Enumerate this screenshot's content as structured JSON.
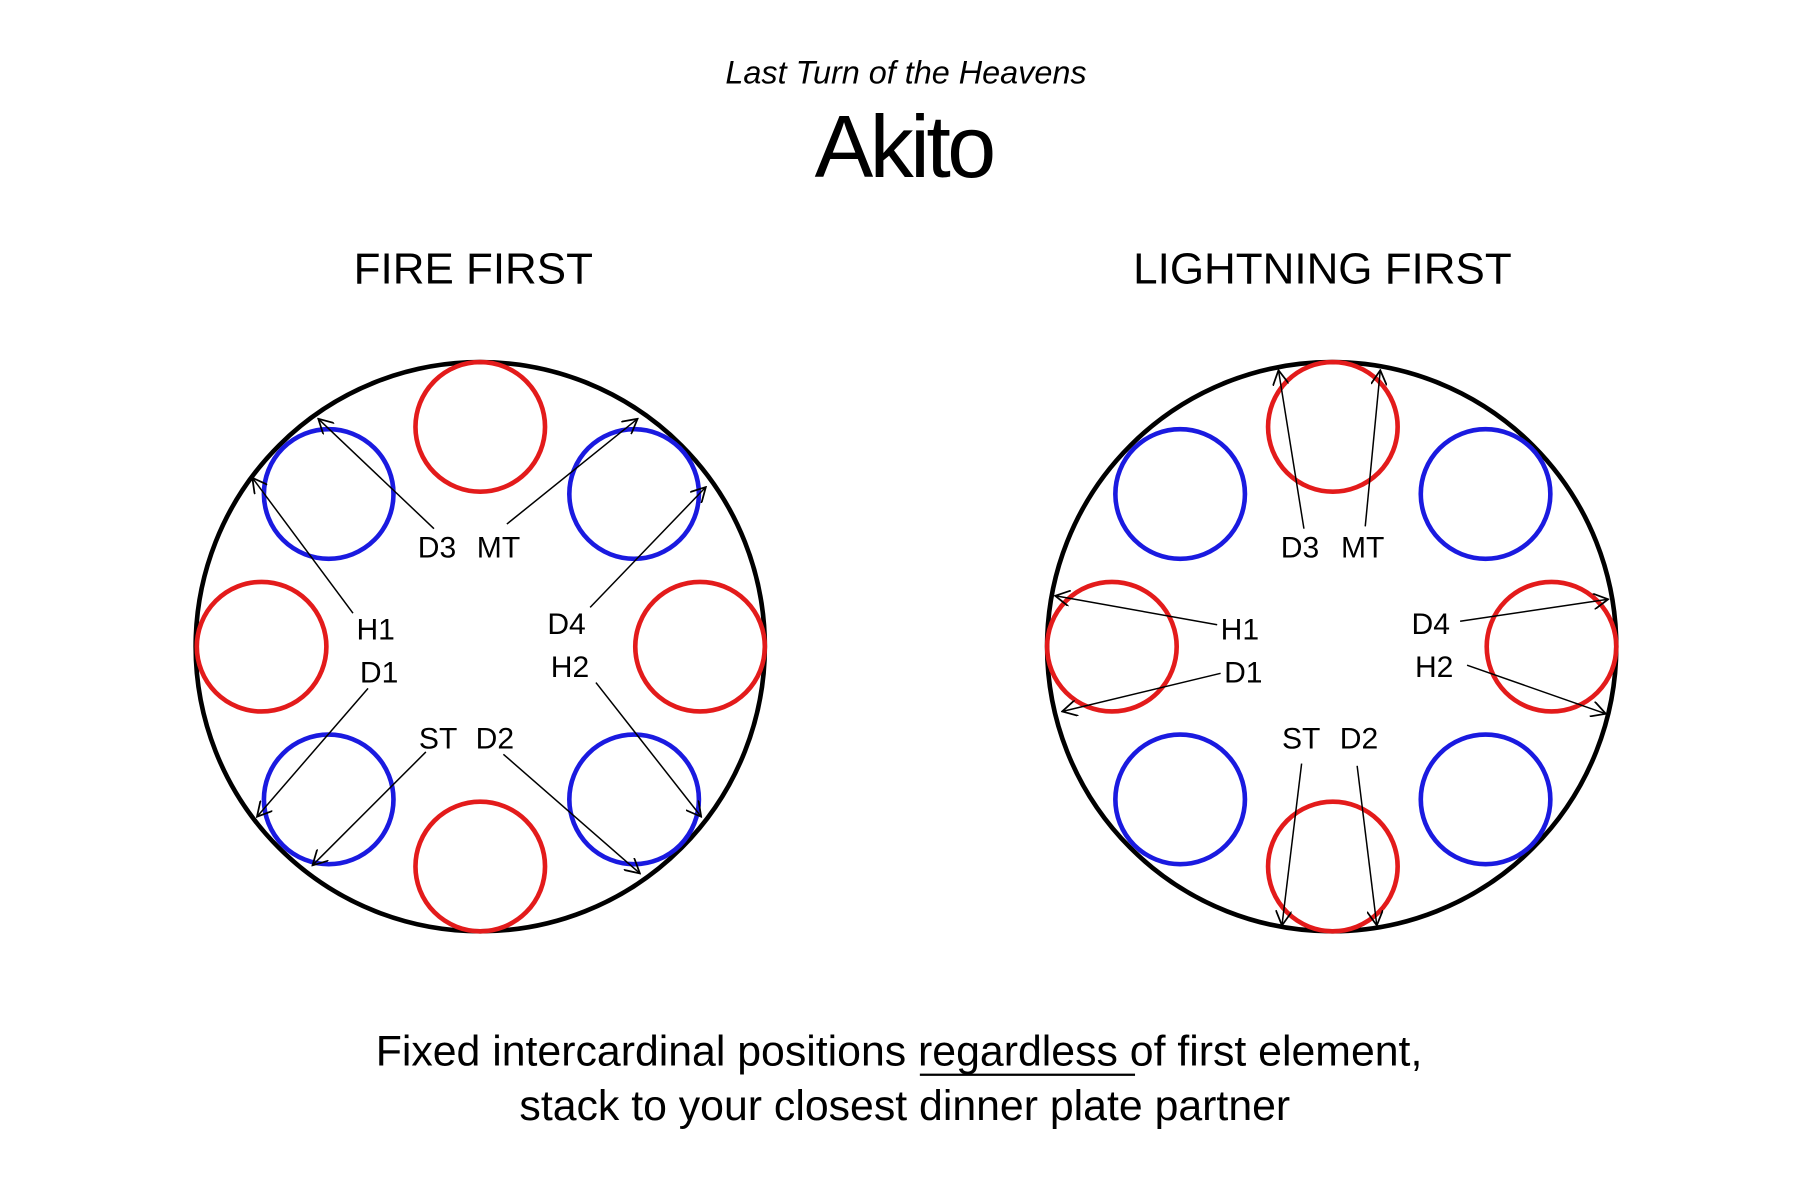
{
  "header": {
    "subtitle": "Last Turn of the Heavens",
    "title": "Akito"
  },
  "diagrams": [
    {
      "heading": "FIRE FIRST",
      "labels": {
        "D3": "D3",
        "MT": "MT",
        "H1": "H1",
        "D1": "D1",
        "D4": "D4",
        "H2": "H2",
        "ST": "ST",
        "D2": "D2"
      },
      "cardinal_color": "#e31b1b",
      "intercardinal_color": "#1a1ae0"
    },
    {
      "heading": "LIGHTNING FIRST",
      "labels": {
        "D3": "D3",
        "MT": "MT",
        "H1": "H1",
        "D1": "D1",
        "D4": "D4",
        "H2": "H2",
        "ST": "ST",
        "D2": "D2"
      },
      "cardinal_color": "#e31b1b",
      "intercardinal_color": "#1a1ae0"
    }
  ],
  "footer": {
    "line1_pre": "Fixed intercardinal positions ",
    "line1_underlined": "regardless",
    "line1_post": " of first element,",
    "line2": "stack to your closest dinner plate partner"
  }
}
